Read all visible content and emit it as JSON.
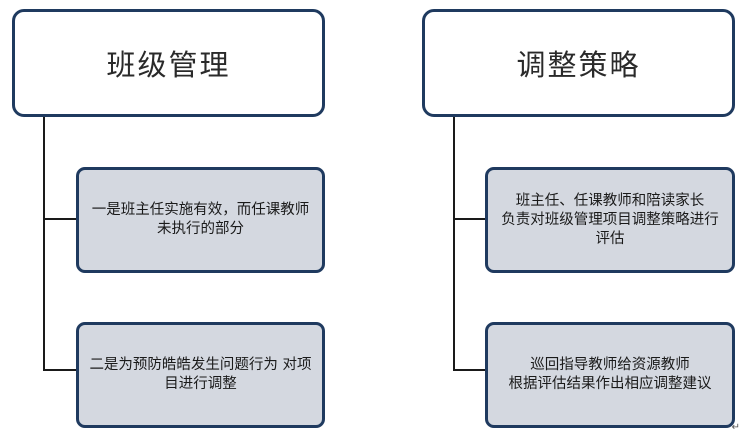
{
  "left": {
    "title": "班级管理",
    "items": [
      {
        "lines": [
          "一是班主任实施有效，而任课教师",
          "未执行的部分"
        ]
      },
      {
        "lines": [
          "二是为预防皓皓发生问题行为 对项",
          "目进行调整"
        ]
      }
    ]
  },
  "right": {
    "title": "调整策略",
    "items": [
      {
        "lines": [
          "班主任、任课教师和陪读家长",
          "负责对班级管理项目调整策略进行",
          "评估"
        ]
      },
      {
        "lines": [
          "巡回指导教师给资源教师",
          "根据评估结果作出相应调整建议"
        ]
      }
    ]
  },
  "corner_mark": "↵"
}
